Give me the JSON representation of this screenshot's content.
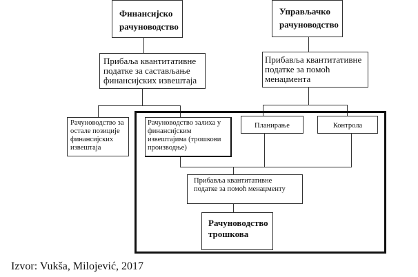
{
  "boxes": {
    "financial_accounting": "Финансијско рачуноводство",
    "management_accounting": "Управљачко рачуноводство",
    "financial_data": "Прибаља квантитативне податке за састављање финансијских извештаја",
    "management_data": "Прибавља квантитативне податке за помоћ менаџмента",
    "other_positions": "Рачуноводство за остале позиције финансијских извештаја",
    "inventory_accounting": "Рачуноводство залиха у финансијским извештајима (трошкови производње)",
    "planning": "Планирање",
    "control": "Контрола",
    "cost_data": "Прибавља квантитативне податке за помоћ менаџменту",
    "cost_accounting": "Рачуноводство трошкова"
  },
  "caption": "Izvor: Vukša, Milojević, 2017"
}
